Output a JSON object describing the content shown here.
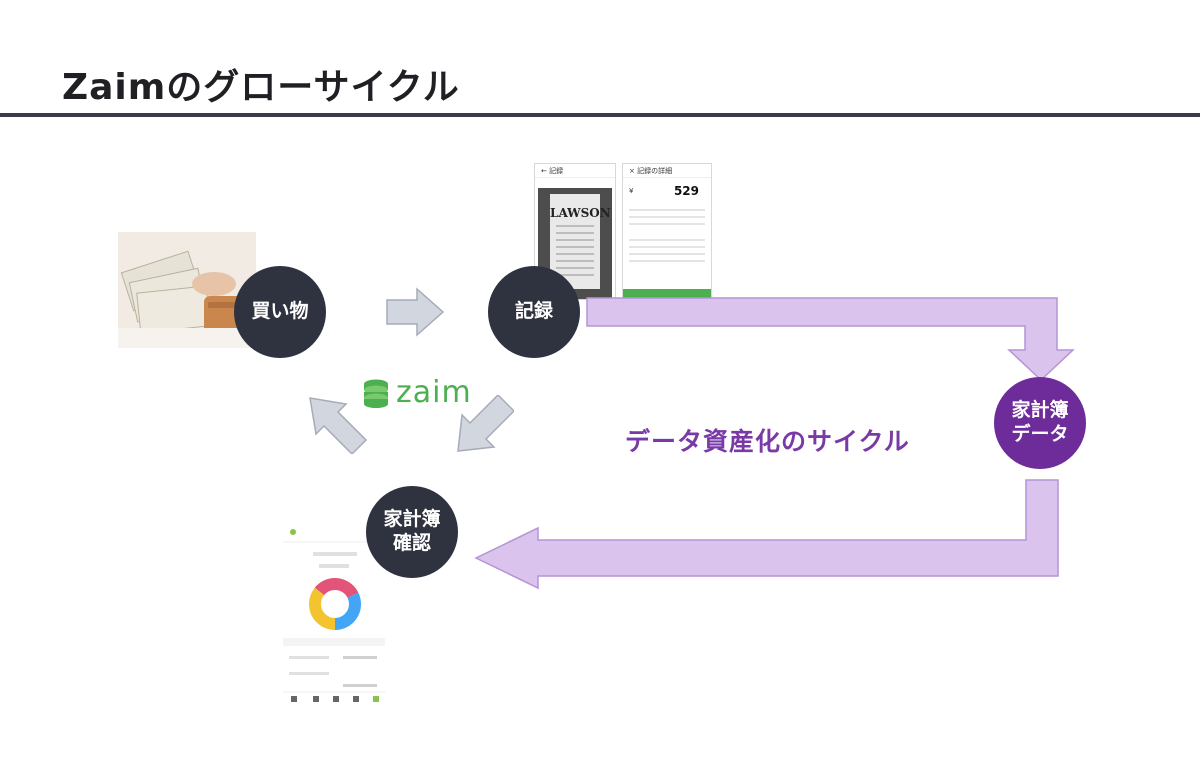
{
  "slide": {
    "title": "Zaimのグローサイクル"
  },
  "nodes": {
    "shopping": "買い物",
    "record": "記録",
    "household_data": "家計簿\nデータ",
    "confirm": "家計簿\n確認"
  },
  "cycle_label": "データ資産化のサイクル",
  "logo": {
    "text": "zaim"
  },
  "receipt_screen": {
    "header": "記録",
    "brand": "LAWSON"
  },
  "detail_screen": {
    "header": "記録の詳細",
    "currency": "¥",
    "amount": "529"
  },
  "colors": {
    "node_dark": "#2f323f",
    "node_purple": "#6e2c9b",
    "flow_arrow": "#d9c2ec",
    "cycle_arrow": "#d2d6de",
    "logo_green": "#4caf50"
  }
}
